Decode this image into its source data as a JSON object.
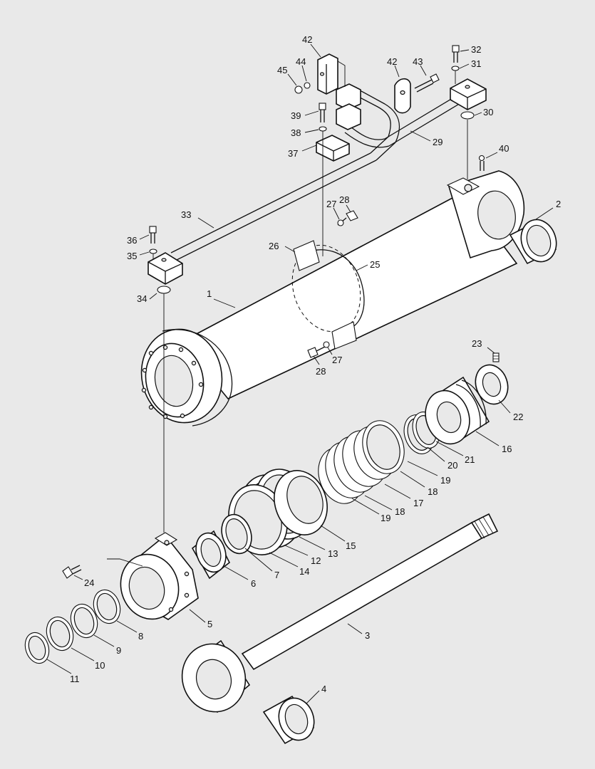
{
  "callouts": [
    {
      "id": "1",
      "label": "1"
    },
    {
      "id": "2",
      "label": "2"
    },
    {
      "id": "3",
      "label": "3"
    },
    {
      "id": "4",
      "label": "4"
    },
    {
      "id": "5",
      "label": "5"
    },
    {
      "id": "6",
      "label": "6"
    },
    {
      "id": "7",
      "label": "7"
    },
    {
      "id": "8",
      "label": "8"
    },
    {
      "id": "9",
      "label": "9"
    },
    {
      "id": "10",
      "label": "10"
    },
    {
      "id": "11",
      "label": "11"
    },
    {
      "id": "12",
      "label": "12"
    },
    {
      "id": "13",
      "label": "13"
    },
    {
      "id": "14",
      "label": "14"
    },
    {
      "id": "15",
      "label": "15"
    },
    {
      "id": "16",
      "label": "16"
    },
    {
      "id": "17",
      "label": "17"
    },
    {
      "id": "18a",
      "label": "18"
    },
    {
      "id": "18b",
      "label": "18"
    },
    {
      "id": "19a",
      "label": "19"
    },
    {
      "id": "19b",
      "label": "19"
    },
    {
      "id": "20",
      "label": "20"
    },
    {
      "id": "21",
      "label": "21"
    },
    {
      "id": "22",
      "label": "22"
    },
    {
      "id": "23",
      "label": "23"
    },
    {
      "id": "24",
      "label": "24"
    },
    {
      "id": "25",
      "label": "25"
    },
    {
      "id": "26",
      "label": "26"
    },
    {
      "id": "27a",
      "label": "27"
    },
    {
      "id": "27b",
      "label": "27"
    },
    {
      "id": "28a",
      "label": "28"
    },
    {
      "id": "28b",
      "label": "28"
    },
    {
      "id": "29",
      "label": "29"
    },
    {
      "id": "30",
      "label": "30"
    },
    {
      "id": "31",
      "label": "31"
    },
    {
      "id": "32",
      "label": "32"
    },
    {
      "id": "33",
      "label": "33"
    },
    {
      "id": "34",
      "label": "34"
    },
    {
      "id": "35",
      "label": "35"
    },
    {
      "id": "36",
      "label": "36"
    },
    {
      "id": "37",
      "label": "37"
    },
    {
      "id": "38",
      "label": "38"
    },
    {
      "id": "39",
      "label": "39"
    },
    {
      "id": "40",
      "label": "40"
    },
    {
      "id": "42a",
      "label": "42"
    },
    {
      "id": "42b",
      "label": "42"
    },
    {
      "id": "43",
      "label": "43"
    },
    {
      "id": "44",
      "label": "44"
    },
    {
      "id": "45",
      "label": "45"
    }
  ]
}
